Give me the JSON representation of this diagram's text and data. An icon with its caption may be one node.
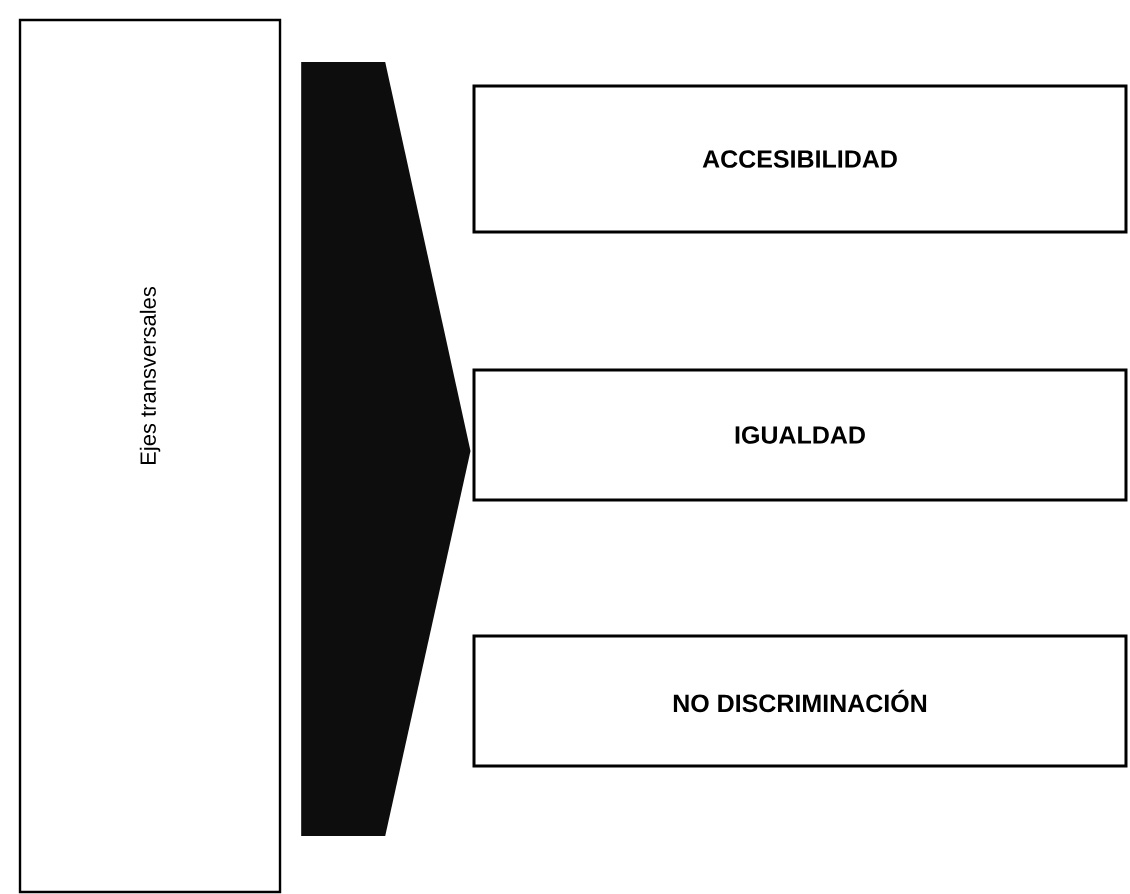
{
  "diagram": {
    "nodes": [
      {
        "text": [
          "Ejes transversales"
        ]
      },
      {
        "text": [
          "ACCESIBILIDAD"
        ]
      },
      {
        "text": [
          "IGUALDAD"
        ]
      },
      {
        "text": [
          "NO DISCRIMINACIÓN"
        ]
      }
    ],
    "edges": [
      {
        "from": 0,
        "to": 2,
        "arrow": "to"
      }
    ]
  }
}
